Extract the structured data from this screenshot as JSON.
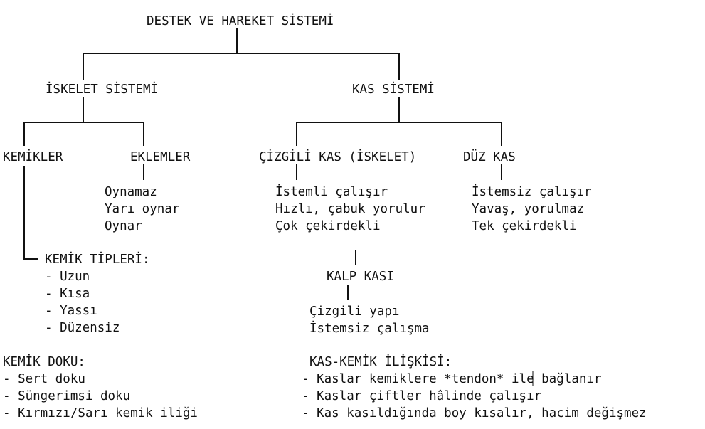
{
  "root": "DESTEK VE HAREKET SİSTEMİ",
  "skeleton": {
    "title": "İSKELET SİSTEMİ",
    "bones": {
      "title": "KEMİKLER",
      "types_title": "KEMİK TİPLERİ:",
      "types": [
        "- Uzun",
        "- Kısa",
        "- Yassı",
        "- Düzensiz"
      ]
    },
    "joints": {
      "title": "EKLEMLER",
      "items": [
        "Oynamaz",
        "Yarı oynar",
        "Oynar"
      ]
    },
    "bone_tissue": {
      "title": "KEMİK DOKU:",
      "items": [
        "- Sert doku",
        "- Süngerimsi doku",
        "- Kırmızı/Sarı kemik iliği"
      ]
    }
  },
  "muscle": {
    "title": "KAS SİSTEMİ",
    "striated": {
      "title": "ÇİZGİLİ KAS (İSKELET)",
      "items": [
        "İstemli çalışır",
        "Hızlı, çabuk yorulur",
        "Çok çekirdekli"
      ]
    },
    "smooth": {
      "title": "DÜZ KAS",
      "items": [
        "İstemsiz çalışır",
        "Yavaş, yorulmaz",
        "Tek çekirdekli"
      ]
    },
    "heart": {
      "title": "KALP KASI",
      "items": [
        "Çizgili yapı",
        "İstemsiz çalışma"
      ]
    },
    "relation": {
      "title": "KAS-KEMİK İLİŞKİSİ:",
      "items": [
        "- Kaslar kemiklere *tendon* ile bağlanır",
        "- Kaslar çiftler hâlinde çalışır",
        "- Kas kasıldığında boy kısalır, hacim değişmez"
      ]
    }
  }
}
